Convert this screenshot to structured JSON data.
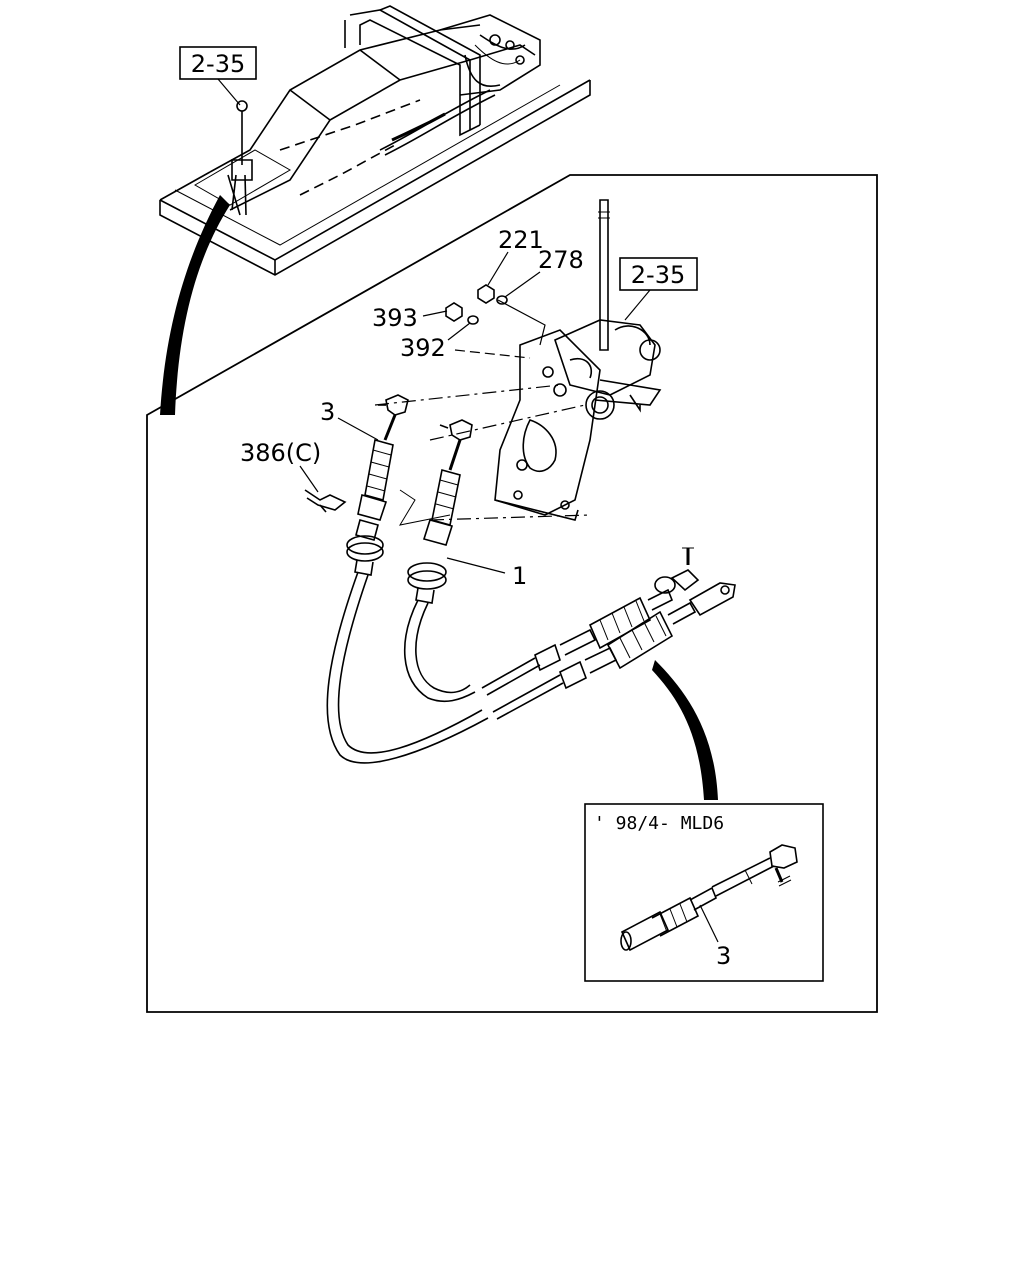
{
  "callouts": {
    "ref_top": "2-35",
    "ref_right": "2-35",
    "part_221": "221",
    "part_278": "278",
    "part_393": "393",
    "part_392": "392",
    "part_3": "3",
    "part_386c": "386(C)",
    "part_1": "1",
    "inset_part_3": "3"
  },
  "inset": {
    "title": "' 98/4- MLD6"
  },
  "colors": {
    "line": "#000000",
    "background": "#ffffff"
  }
}
